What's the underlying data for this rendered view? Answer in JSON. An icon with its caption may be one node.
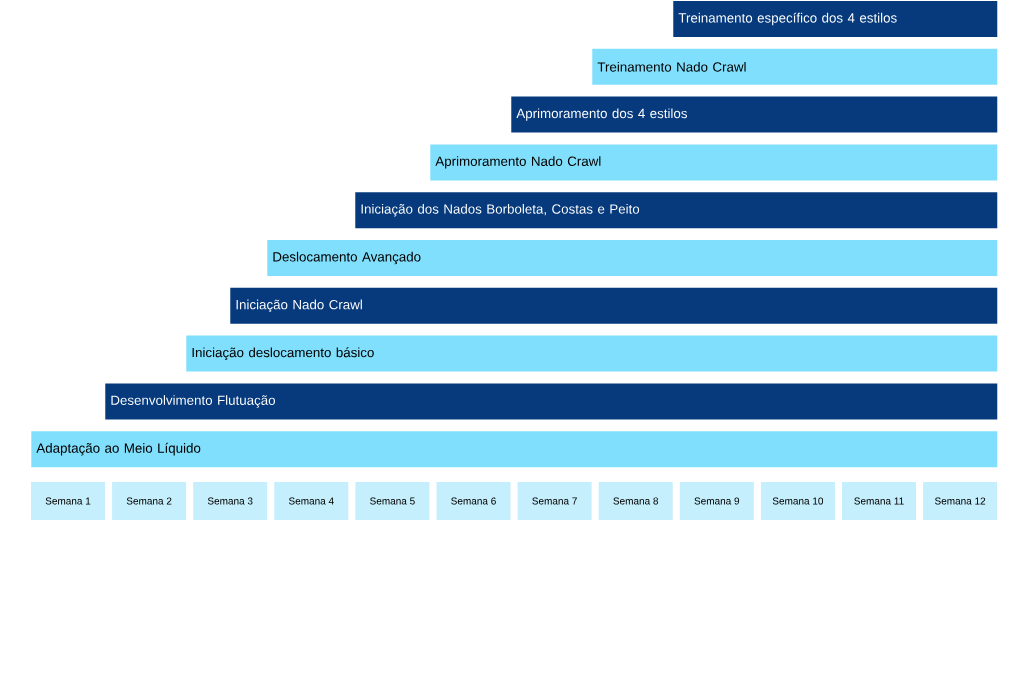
{
  "diagram": {
    "nodes": [
      {
        "text": [
          "Treinamento específico dos 4 estilos"
        ]
      },
      {
        "text": [
          "Treinamento Nado Crawl"
        ]
      },
      {
        "text": [
          "Aprimoramento dos 4 estilos"
        ]
      },
      {
        "text": [
          "Aprimoramento Nado Crawl"
        ]
      },
      {
        "text": [
          "Iniciação dos Nados Borboleta, Costas e Peito"
        ]
      },
      {
        "text": [
          "Deslocamento Avançado"
        ]
      },
      {
        "text": [
          "Iniciação Nado Crawl"
        ]
      },
      {
        "text": [
          "Iniciação deslocamento básico"
        ]
      },
      {
        "text": [
          "Desenvolvimento Flutuação"
        ]
      },
      {
        "text": [
          "Adaptação ao Meio Líquido"
        ]
      },
      {
        "text": [
          "Semana 1"
        ]
      },
      {
        "text": [
          "Semana 2"
        ]
      },
      {
        "text": [
          "Semana 3"
        ]
      },
      {
        "text": [
          "Semana 4"
        ]
      },
      {
        "text": [
          "Semana 5"
        ]
      },
      {
        "text": [
          "Semana 6"
        ]
      },
      {
        "text": [
          "Semana 7"
        ]
      },
      {
        "text": [
          "Semana 8"
        ]
      },
      {
        "text": [
          "Semana 9"
        ]
      },
      {
        "text": [
          "Semana 10"
        ]
      },
      {
        "text": [
          "Semana 11"
        ]
      },
      {
        "text": [
          "Semana 12"
        ]
      }
    ]
  }
}
